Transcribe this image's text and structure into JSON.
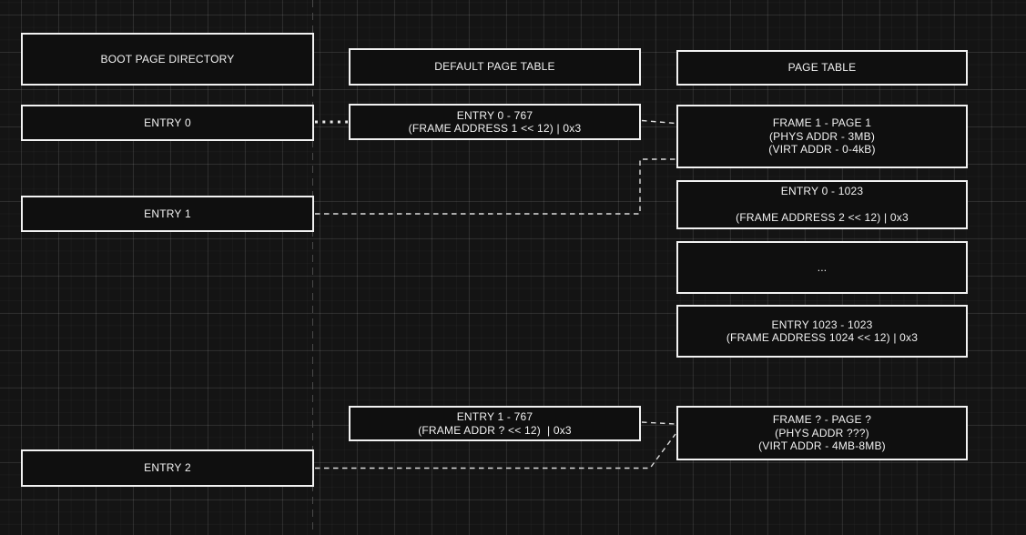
{
  "diagram": {
    "type": "memory-paging-diagram",
    "colors": {
      "background": "#141414",
      "box_fill": "#0f0f0f",
      "box_border": "#f2f2f2",
      "text": "#f2f2f2",
      "grid_major": "#2c2c2c",
      "grid_minor": "#1b1b1b",
      "connector": "#dcdcdc",
      "page_boundary": "#4a4a4a"
    },
    "columns": {
      "boot_page_directory": {
        "header": "BOOT PAGE DIRECTORY",
        "entries": {
          "entry0": "ENTRY 0",
          "entry1": "ENTRY 1",
          "entry2": "ENTRY 2"
        }
      },
      "default_page_table": {
        "header": "DEFAULT PAGE TABLE",
        "entries": {
          "entry0_767": "ENTRY 0 - 767\n(FRAME ADDRESS 1 << 12) | 0x3",
          "entry1_767": "ENTRY 1 - 767\n(FRAME ADDR ? << 12)  | 0x3"
        }
      },
      "page_table": {
        "header": "PAGE TABLE",
        "entries": {
          "frame1": "FRAME 1 - PAGE 1\n(PHYS ADDR - 3MB)\n(VIRT ADDR - 0-4kB)",
          "entry0_1023": "ENTRY 0 - 1023\n\n(FRAME ADDRESS 2 << 12) | 0x3",
          "ellipsis": "...",
          "entry1023_1023": "ENTRY 1023 - 1023\n(FRAME ADDRESS 1024 << 12) | 0x3",
          "frame_q": "FRAME ? - PAGE ?\n(PHYS ADDR ???)\n(VIRT ADDR - 4MB-8MB)"
        }
      }
    },
    "connections": [
      {
        "from": "boot entry 0",
        "to": "default page table entry 0 - 767",
        "style": "dotted"
      },
      {
        "from": "default page table entry 0 - 767",
        "to": "page table frame 1 - page 1",
        "style": "dashed"
      },
      {
        "from": "boot entry 1",
        "to": "page table frame 1 - page 1",
        "style": "dashed"
      },
      {
        "from": "default page table entry 1 - 767",
        "to": "page table frame ? - page ?",
        "style": "dashed"
      },
      {
        "from": "boot entry 2",
        "to": "page table frame ? - page ?",
        "style": "dashed"
      }
    ]
  }
}
